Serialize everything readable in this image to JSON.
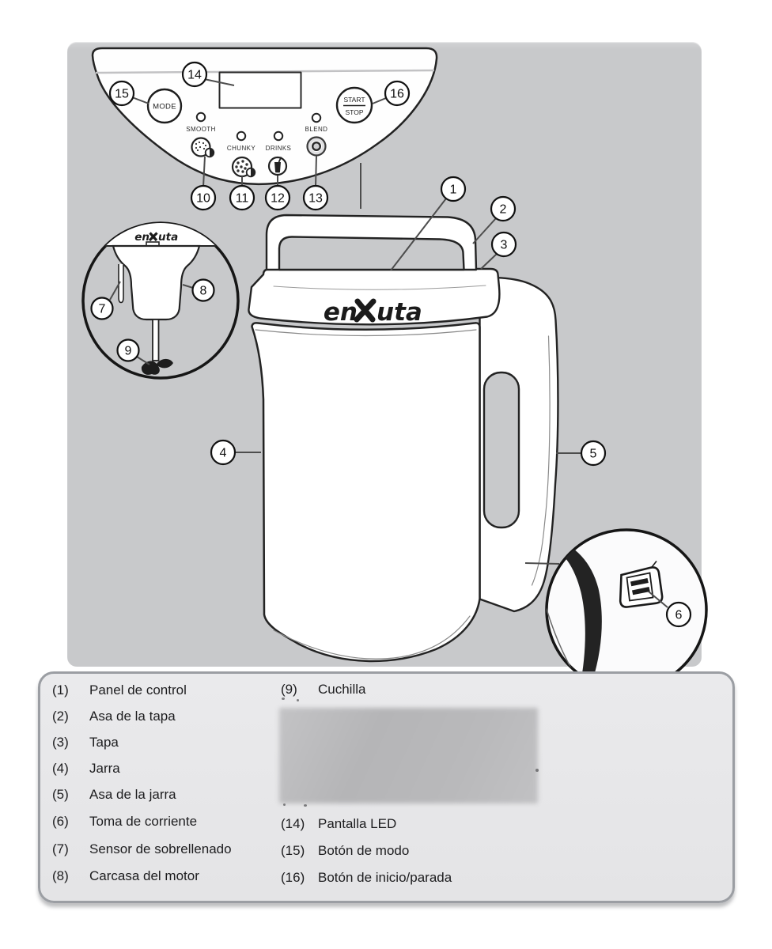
{
  "brand": {
    "prefix": "en",
    "suffix": "uta"
  },
  "panel": {
    "mode_button": "MODE",
    "start_label": "START",
    "stop_label": "STOP",
    "modes": [
      "SMOOTH",
      "CHUNKY",
      "DRINKS",
      "BLEND"
    ]
  },
  "callouts": {
    "c1": "1",
    "c2": "2",
    "c3": "3",
    "c4": "4",
    "c5": "5",
    "c6": "6",
    "c7": "7",
    "c8": "8",
    "c9": "9",
    "c10": "10",
    "c11": "11",
    "c12": "12",
    "c13": "13",
    "c14": "14",
    "c15": "15",
    "c16": "16"
  },
  "legend": {
    "left": [
      {
        "num": "(1)",
        "label": "Panel de control"
      },
      {
        "num": "(2)",
        "label": "Asa de la tapa"
      },
      {
        "num": "(3)",
        "label": "Tapa"
      },
      {
        "num": "(4)",
        "label": "Jarra"
      },
      {
        "num": "(5)",
        "label": "Asa de la jarra"
      },
      {
        "num": "(6)",
        "label": "Toma de corriente"
      },
      {
        "num": "(7)",
        "label": "Sensor de sobrellenado"
      },
      {
        "num": "(8)",
        "label": "Carcasa del motor"
      }
    ],
    "right": [
      {
        "num": "(9)",
        "label": "Cuchilla"
      },
      {
        "num": "(14)",
        "label": "Pantalla LED"
      },
      {
        "num": "(15)",
        "label": "Botón de modo"
      },
      {
        "num": "(16)",
        "label": "Botón de inicio/parada"
      }
    ]
  },
  "colors": {
    "diagram_background": "#c8c9cb",
    "line": "#232323",
    "legend_background": "#e7e7e9",
    "legend_border": "#9b9ea3",
    "blurred_block": "#b9b9bb",
    "white_fill": "#ffffff"
  }
}
